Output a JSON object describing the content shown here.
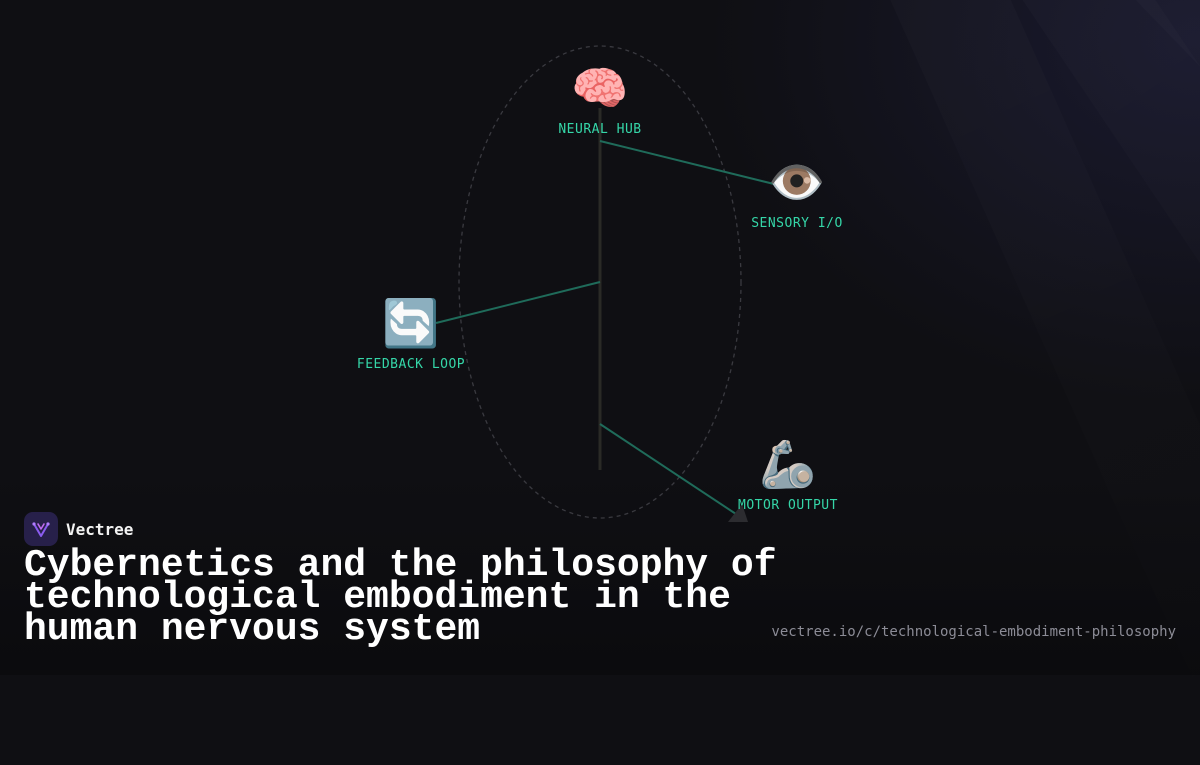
{
  "brand": {
    "name": "Vectree",
    "logo_icon": "vectree-logo-icon"
  },
  "title": "Cybernetics and the philosophy of technological embodiment in the human nervous system",
  "url": "vectree.io/c/technological-embodiment-philosophy",
  "diagram": {
    "nodes": [
      {
        "id": "neural-hub",
        "emoji": "🧠",
        "label": "NEURAL HUB"
      },
      {
        "id": "sensory-io",
        "emoji": "👁️",
        "label": "SENSORY I/O"
      },
      {
        "id": "feedback-loop",
        "emoji": "🔄",
        "label": "FEEDBACK LOOP"
      },
      {
        "id": "motor-output",
        "emoji": "🦾",
        "label": "MOTOR OUTPUT"
      }
    ],
    "connections": [
      {
        "from": "neural-hub",
        "to": "sensory-io"
      },
      {
        "from": "spine",
        "to": "feedback-loop"
      },
      {
        "from": "spine",
        "to": "motor-output"
      }
    ]
  },
  "colors": {
    "background": "#0f0f13",
    "accent": "#35d6a8",
    "connector": "#1f6b5a",
    "spine": "#2a2a26",
    "title": "#ffffff",
    "url": "#8c8c96"
  }
}
